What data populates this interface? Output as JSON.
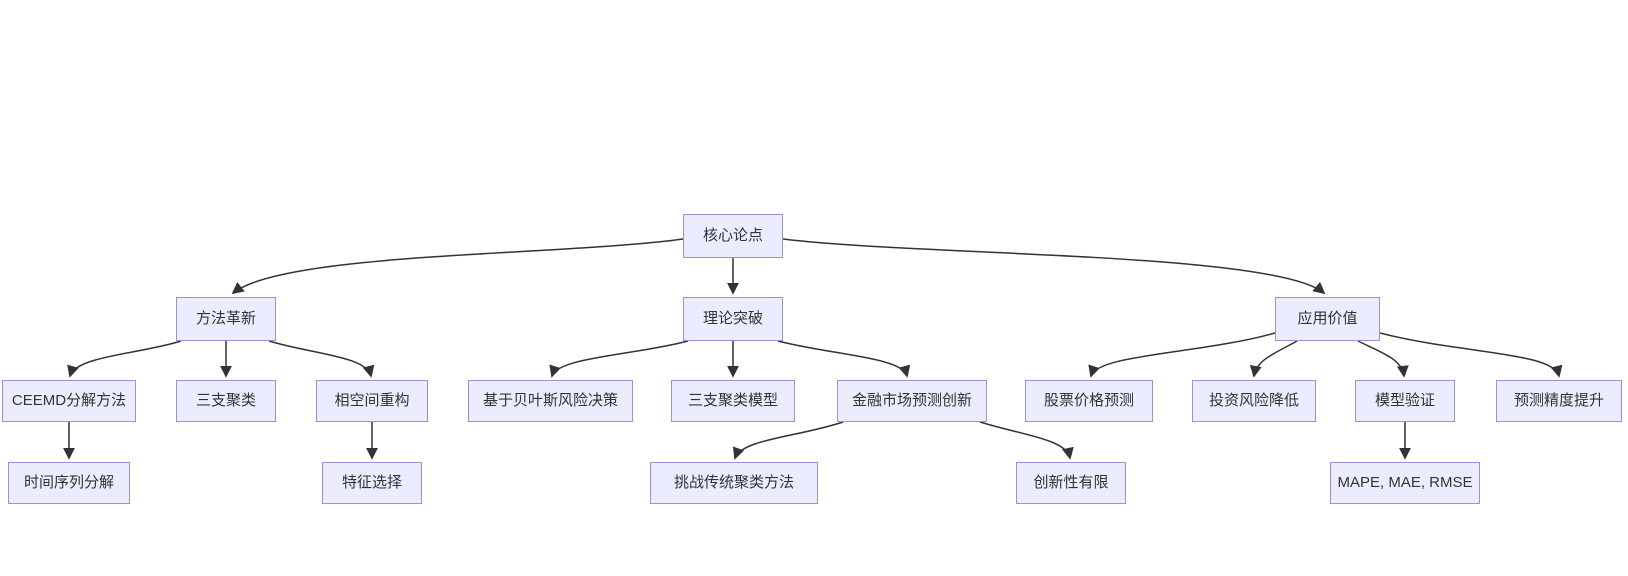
{
  "diagram": {
    "type": "flowchart",
    "direction": "top-down",
    "background": "#ffffff",
    "colors": {
      "node_fill": "#ECECFF",
      "node_border": "#9F8FD6",
      "edge": "#333333",
      "text": "#333333"
    },
    "nodes": {
      "root": {
        "label": "核心论点"
      },
      "method": {
        "label": "方法革新"
      },
      "theory": {
        "label": "理论突破"
      },
      "application": {
        "label": "应用价值"
      },
      "ceemd": {
        "label": "CEEMD分解方法"
      },
      "three_way": {
        "label": "三支聚类"
      },
      "phase_space": {
        "label": "相空间重构"
      },
      "bayes": {
        "label": "基于贝叶斯风险决策"
      },
      "three_way_model": {
        "label": "三支聚类模型"
      },
      "finance_innovation": {
        "label": "金融市场预测创新"
      },
      "stock": {
        "label": "股票价格预测"
      },
      "risk": {
        "label": "投资风险降低"
      },
      "validation": {
        "label": "模型验证"
      },
      "accuracy": {
        "label": "预测精度提升"
      },
      "time_series": {
        "label": "时间序列分解"
      },
      "feature": {
        "label": "特征选择"
      },
      "challenge": {
        "label": "挑战传统聚类方法"
      },
      "limited": {
        "label": "创新性有限"
      },
      "metrics": {
        "label": "MAPE, MAE, RMSE"
      }
    },
    "edges": [
      {
        "from": "root",
        "to": "method"
      },
      {
        "from": "root",
        "to": "theory"
      },
      {
        "from": "root",
        "to": "application"
      },
      {
        "from": "method",
        "to": "ceemd"
      },
      {
        "from": "method",
        "to": "three_way"
      },
      {
        "from": "method",
        "to": "phase_space"
      },
      {
        "from": "ceemd",
        "to": "time_series"
      },
      {
        "from": "phase_space",
        "to": "feature"
      },
      {
        "from": "theory",
        "to": "bayes"
      },
      {
        "from": "theory",
        "to": "three_way_model"
      },
      {
        "from": "theory",
        "to": "finance_innovation"
      },
      {
        "from": "finance_innovation",
        "to": "challenge"
      },
      {
        "from": "finance_innovation",
        "to": "limited"
      },
      {
        "from": "application",
        "to": "stock"
      },
      {
        "from": "application",
        "to": "risk"
      },
      {
        "from": "application",
        "to": "validation"
      },
      {
        "from": "application",
        "to": "accuracy"
      },
      {
        "from": "validation",
        "to": "metrics"
      }
    ]
  }
}
